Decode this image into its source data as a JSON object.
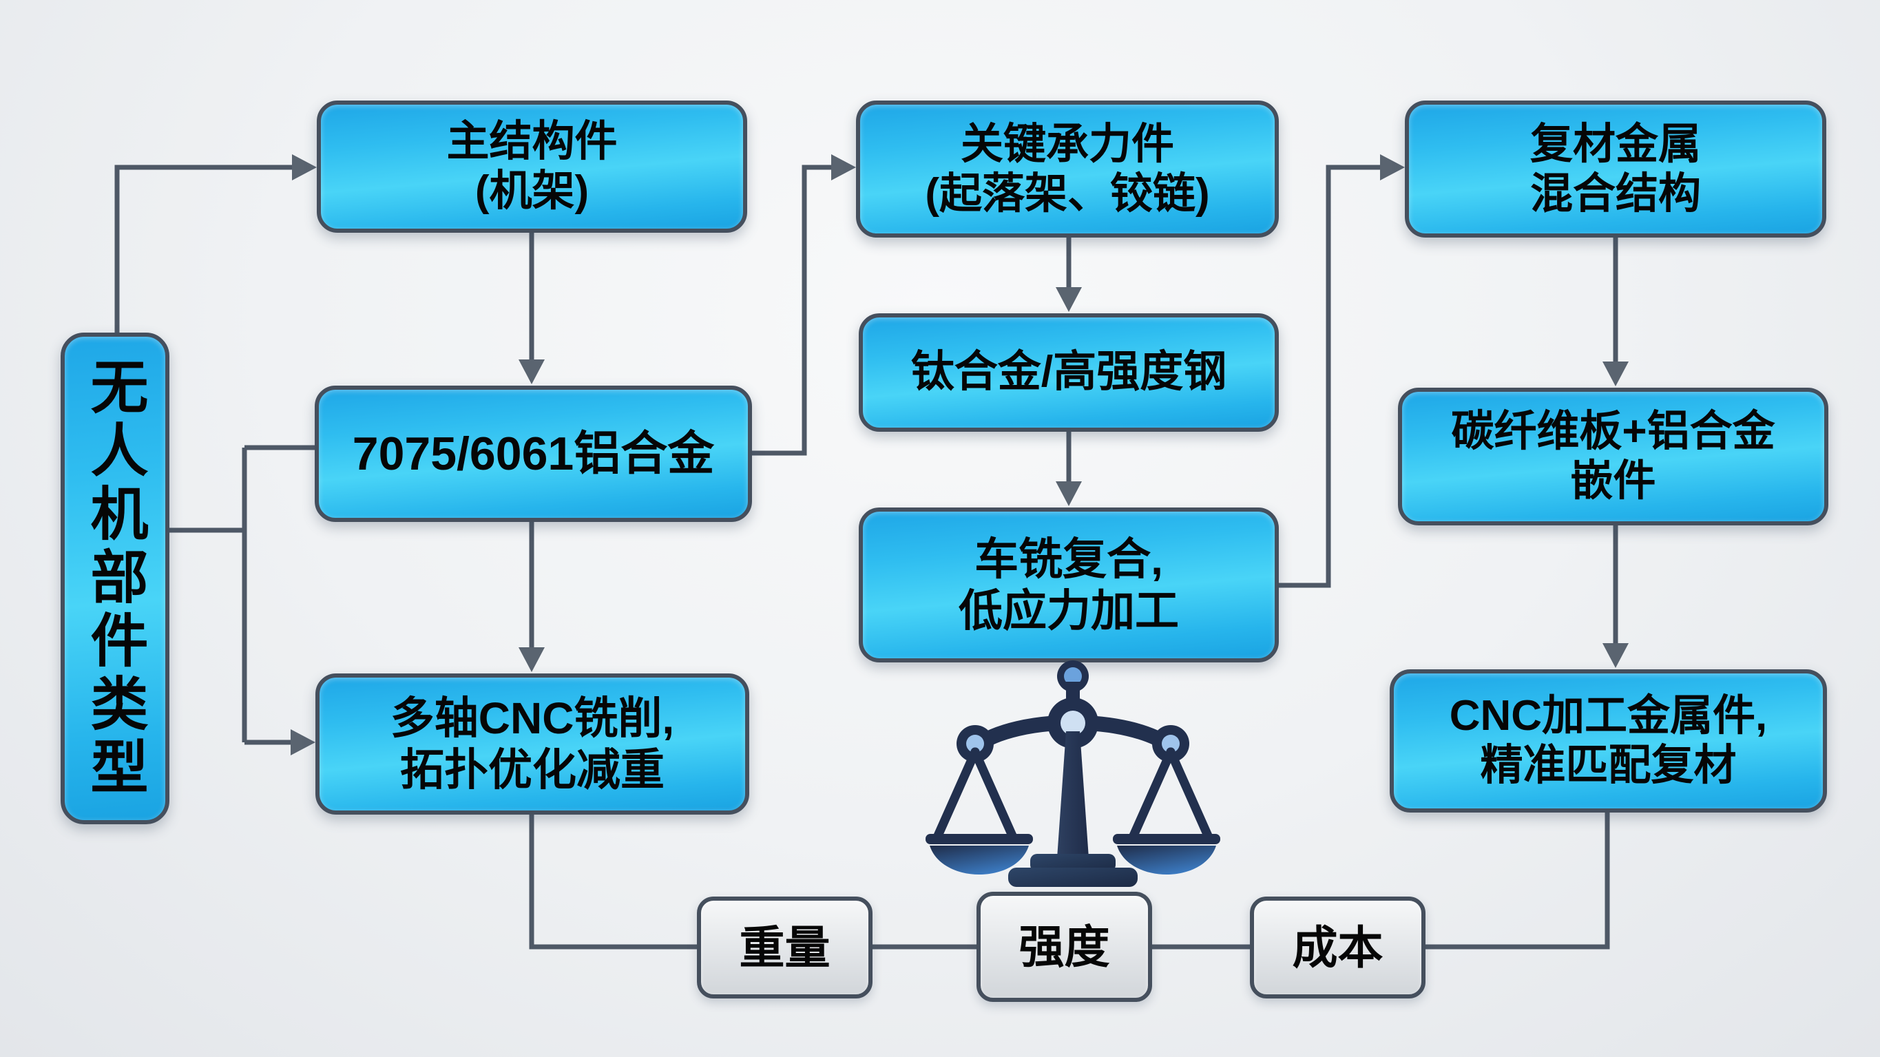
{
  "diagram": {
    "root": {
      "label": "无人机部件类型"
    },
    "branches": [
      {
        "part": "主结构件\n(机架)",
        "material": "7075/6061铝合金",
        "process": "多轴CNC铣削,\n拓扑优化减重"
      },
      {
        "part": "关键承力件\n(起落架、铰链)",
        "material": "钛合金/高强度钢",
        "process": "车铣复合,\n低应力加工"
      },
      {
        "part": "复材金属\n混合结构",
        "material": "碳纤维板+铝合金\n嵌件",
        "process": "CNC加工金属件,\n精准匹配复材"
      }
    ],
    "tradeoffs": [
      {
        "label": "重量"
      },
      {
        "label": "强度"
      },
      {
        "label": "成本"
      }
    ],
    "icons": {
      "balance_scale": "balance-scale-icon"
    },
    "colors": {
      "box_fill": "#2fbdf0",
      "box_border": "#454f5d",
      "connector": "#4e5866",
      "neutral_box_fill": "#e8eaec",
      "scale_navy": "#22304e",
      "scale_blue": "#3c7cc4",
      "text": "#060606",
      "background": "#eef0f2"
    }
  }
}
